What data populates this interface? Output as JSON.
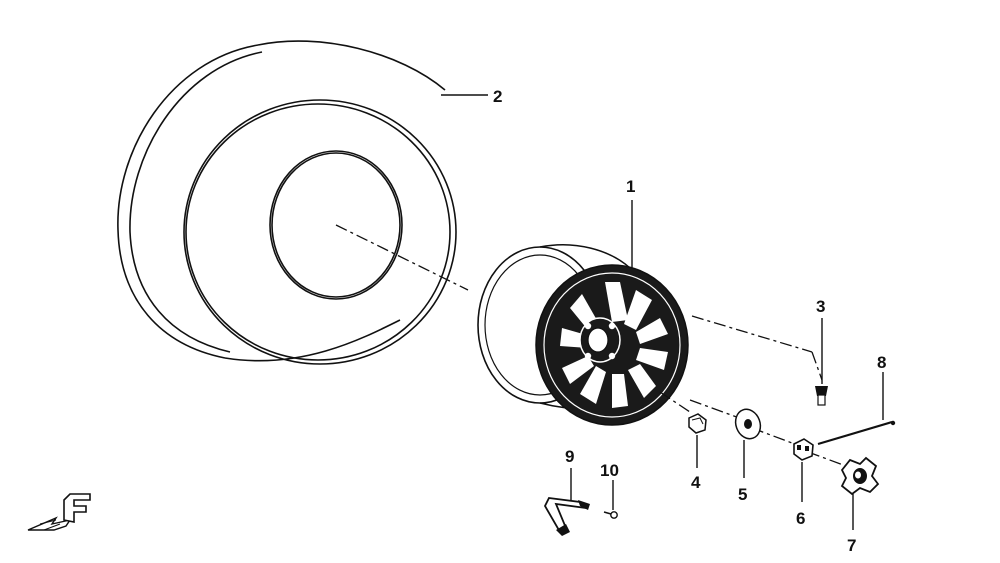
{
  "callouts": [
    {
      "id": "1",
      "label": "1"
    },
    {
      "id": "2",
      "label": "2"
    },
    {
      "id": "3",
      "label": "3"
    },
    {
      "id": "4",
      "label": "4"
    },
    {
      "id": "5",
      "label": "5"
    },
    {
      "id": "6",
      "label": "6"
    },
    {
      "id": "7",
      "label": "7"
    },
    {
      "id": "8",
      "label": "8"
    },
    {
      "id": "9",
      "label": "9"
    },
    {
      "id": "10",
      "label": "10"
    }
  ],
  "direction_marker": {
    "label": "F",
    "icon": "front-direction-arrow-icon"
  },
  "colors": {
    "ink": "#111111",
    "background": "#ffffff",
    "rim_fill": "#1a1a1a"
  }
}
